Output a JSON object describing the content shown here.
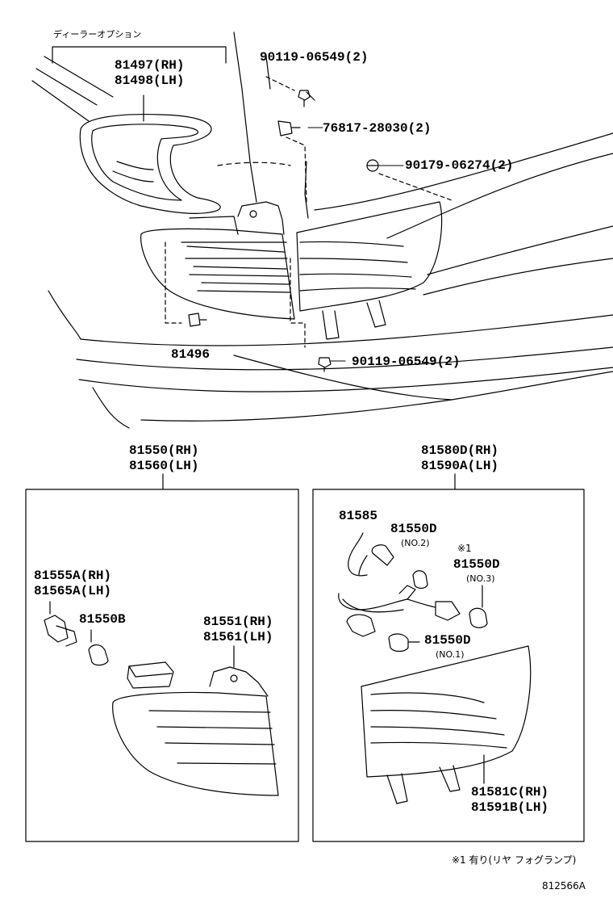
{
  "labels": {
    "dealer_option": "ディーラーオプション",
    "p81497": "81497(RH)",
    "p81498": "81498(LH)",
    "p90119_top": "90119-06549(2)",
    "p76817": "76817-28030(2)",
    "p90179": "90179-06274(2)",
    "p81496": "81496",
    "p90119_bottom": "90119-06549(2)",
    "p81550": "81550(RH)",
    "p81560": "81560(LH)",
    "p81580d": "81580D(RH)",
    "p81590a": "81590A(LH)",
    "p81555a": "81555A(RH)",
    "p81565a": "81565A(LH)",
    "p81550b": "81550B",
    "p81551": "81551(RH)",
    "p81561": "81561(LH)",
    "p81585": "81585",
    "p81550d_no2": "81550D",
    "no2": "(NO.2)",
    "star1": "※1",
    "p81550d_no3": "81550D",
    "no3": "(NO.3)",
    "p81550d_no1": "81550D",
    "no1": "(NO.1)",
    "p81581c": "81581C(RH)",
    "p81591b": "81591B(LH)"
  },
  "footnote": "※1 有り(リヤ フォグランプ)",
  "figure_id": "812566A"
}
